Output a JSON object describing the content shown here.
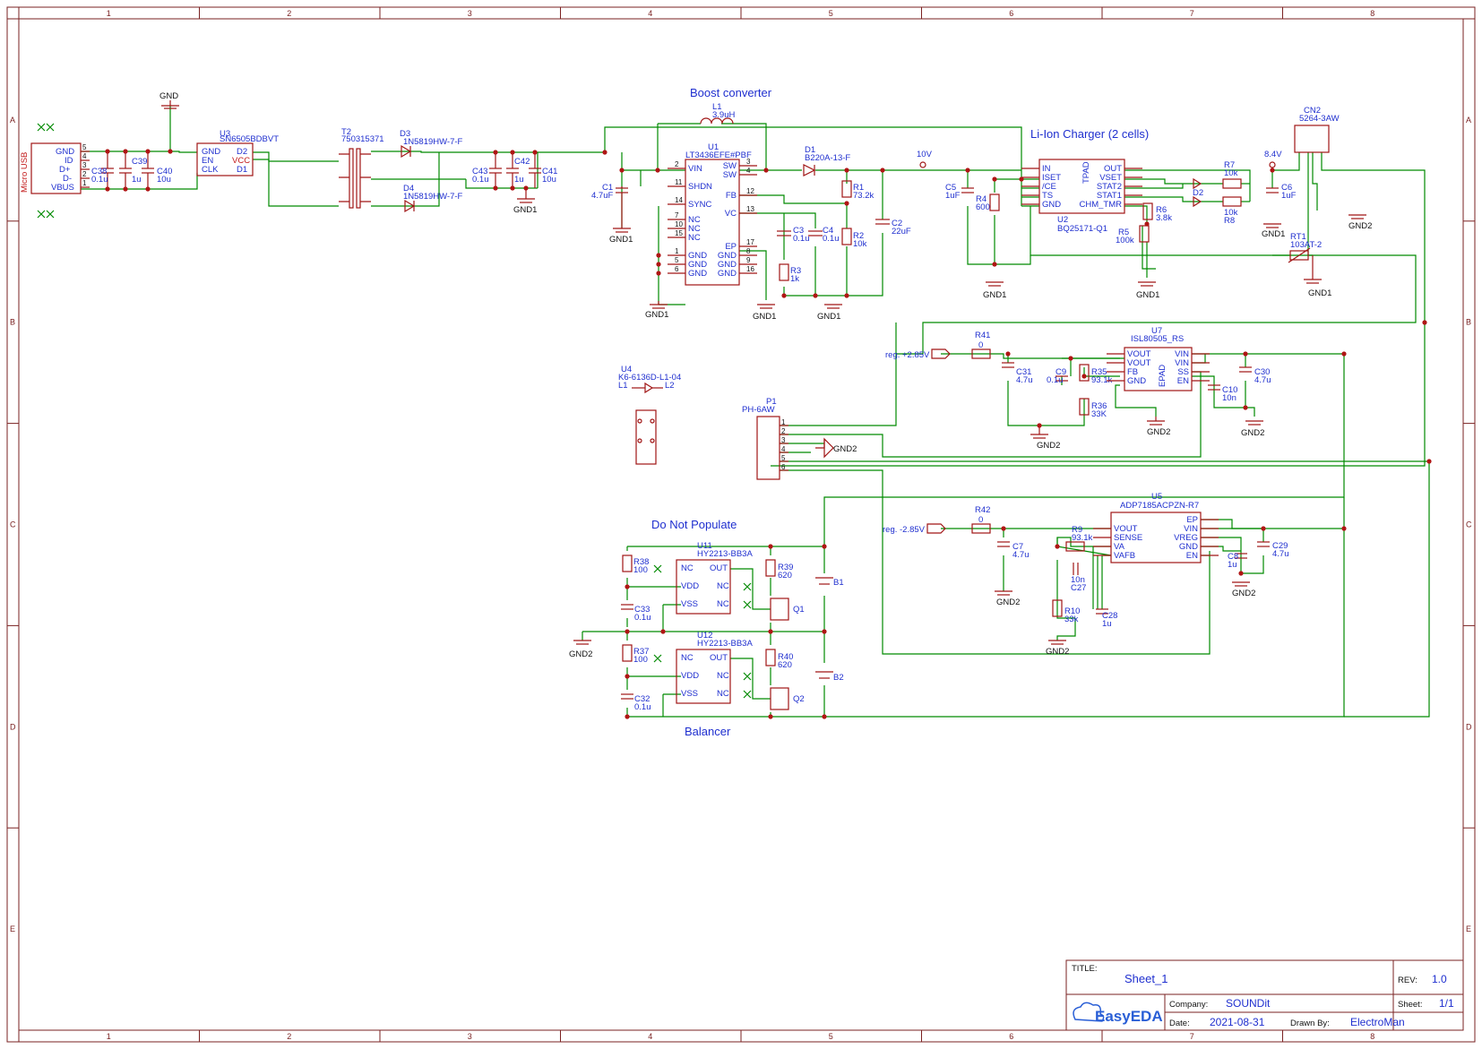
{
  "sheet": {
    "grid_cols": [
      "1",
      "2",
      "3",
      "4",
      "5",
      "6",
      "7",
      "8"
    ],
    "grid_rows": [
      "A",
      "B",
      "C",
      "D",
      "E"
    ]
  },
  "titles": {
    "boost": "Boost converter",
    "charger": "Li-Ion Charger (2 cells)",
    "dnp": "Do Not Populate",
    "balancer": "Balancer"
  },
  "components": {
    "usb": {
      "ref": "Micro USB",
      "pins": [
        "GND",
        "ID",
        "D+",
        "D-",
        "VBUS"
      ],
      "nums": [
        "5",
        "4",
        "3",
        "2",
        "1"
      ]
    },
    "u3": {
      "ref": "U3",
      "part": "SN6505BDBVT",
      "pins_l": [
        "GND",
        "EN",
        "CLK"
      ],
      "pins_r": [
        "D2",
        "VCC",
        "D1"
      ]
    },
    "t2": {
      "ref": "T2",
      "part": "750315371"
    },
    "d3": {
      "ref": "D3",
      "part": "1N5819HW-7-F"
    },
    "d4": {
      "ref": "D4",
      "part": "1N5819HW-7-F"
    },
    "u1": {
      "ref": "U1",
      "part": "LT3436EFE#PBF",
      "pins_l": [
        "VIN",
        "SHDN",
        "SYNC",
        "NC",
        "NC",
        "NC",
        "GND",
        "GND",
        "GND"
      ],
      "nums_l": [
        "2",
        "11",
        "14",
        "7",
        "10",
        "15",
        "1",
        "5",
        "6"
      ],
      "pins_r": [
        "SW",
        "SW",
        "FB",
        "VC",
        "EP",
        "GND",
        "GND",
        "GND"
      ],
      "nums_r": [
        "3",
        "4",
        "12",
        "13",
        "17",
        "8",
        "9",
        "16"
      ]
    },
    "l1": {
      "ref": "L1",
      "val": "3.9uH"
    },
    "d1": {
      "ref": "D1",
      "part": "B220A-13-F"
    },
    "u2": {
      "ref": "U2",
      "part": "BQ25171-Q1",
      "pins_l": [
        "IN",
        "ISET",
        "/CE",
        "TS",
        "GND"
      ],
      "pins_r": [
        "OUT",
        "VSET",
        "STAT2",
        "STAT1",
        "CHM_TMR"
      ],
      "pad": "TPAD"
    },
    "cn2": {
      "ref": "CN2",
      "part": "5264-3AW"
    },
    "rt1": {
      "ref": "RT1",
      "part": "103AT-2"
    },
    "u7": {
      "ref": "U7",
      "part": "ISL80505_RS",
      "pins_l": [
        "VOUT",
        "VOUT",
        "FB",
        "GND"
      ],
      "pins_r": [
        "VIN",
        "VIN",
        "SS",
        "EN"
      ],
      "pad": "EPAD"
    },
    "u5": {
      "ref": "U5",
      "part": "ADP7185ACPZN-R7",
      "pins_l": [
        "VOUT",
        "SENSE",
        "VA",
        "VAFB"
      ],
      "pins_r": [
        "EP",
        "VIN",
        "VREG",
        "GND",
        "EN"
      ]
    },
    "u4": {
      "ref": "U4",
      "part": "K6-6136D-L1-04",
      "l1": "L1",
      "l2": "L2"
    },
    "p1": {
      "ref": "P1",
      "part": "PH-6AW"
    },
    "u11": {
      "ref": "U11",
      "part": "HY2213-BB3A",
      "pins_l": [
        "NC",
        "VDD",
        "VSS"
      ],
      "pins_r": [
        "OUT",
        "NC",
        "NC"
      ]
    },
    "u12": {
      "ref": "U12",
      "part": "HY2213-BB3A",
      "pins_l": [
        "NC",
        "VDD",
        "VSS"
      ],
      "pins_r": [
        "OUT",
        "NC",
        "NC"
      ]
    },
    "b1": "B1",
    "b2": "B2",
    "q1": "Q1",
    "q2": "Q2"
  },
  "passives": {
    "c38": "C38",
    "c38v": "0.1u",
    "c39": "C39",
    "c39v": "1u",
    "c40": "C40",
    "c40v": "10u",
    "c43": "C43",
    "c43v": "0.1u",
    "c42": "C42",
    "c42v": "1u",
    "c41": "C41",
    "c41v": "10u",
    "c1": "C1",
    "c1v": "4.7uF",
    "r1": "R1",
    "r1v": "73.2k",
    "r2": "R2",
    "r2v": "10k",
    "c3": "C3",
    "c3v": "0.1u",
    "c4": "C4",
    "c4v": "0.1u",
    "r3": "R3",
    "r3v": "1k",
    "c2": "C2",
    "c2v": "22uF",
    "c5": "C5",
    "c5v": "1uF",
    "r4": "R4",
    "r4v": "600",
    "r5": "R5",
    "r5v": "100k",
    "r6": "R6",
    "r6v": "3.8k",
    "r7": "R7",
    "r7v": "10k",
    "r8": "R8",
    "r8v": "10k",
    "d2": "D2",
    "c6": "C6",
    "c6v": "1uF",
    "r41": "R41",
    "r41v": "0",
    "c31": "C31",
    "c31v": "4.7u",
    "c9": "C9",
    "c9v": "0.1u",
    "r35": "R35",
    "r35v": "93.1k",
    "r36": "R36",
    "r36v": "33K",
    "c10": "C10",
    "c10v": "10n",
    "c30": "C30",
    "c30v": "4.7u",
    "r42": "R42",
    "r42v": "0",
    "c7": "C7",
    "c7v": "4.7u",
    "r9": "R9",
    "r9v": "93.1k",
    "c27": "C27",
    "c27v": "10n",
    "r10": "R10",
    "r10v": "33k",
    "c28": "C28",
    "c28v": "1u",
    "c8": "C8",
    "c8v": "1u",
    "c29": "C29",
    "c29v": "4.7u",
    "r38": "R38",
    "r38v": "100",
    "c33": "C33",
    "c33v": "0.1u",
    "r39": "R39",
    "r39v": "620",
    "r37": "R37",
    "r37v": "100",
    "c32": "C32",
    "c32v": "0.1u",
    "r40": "R40",
    "r40v": "620"
  },
  "nets": {
    "gnd": "GND",
    "gnd1": "GND1",
    "gnd2": "GND2",
    "v10": "10V",
    "v84": "8.4V",
    "reg_pos": "reg. +2.85V",
    "reg_neg": "reg. -2.85V"
  },
  "title_block": {
    "title_label": "TITLE:",
    "title": "Sheet_1",
    "rev_label": "REV:",
    "rev": "1.0",
    "company_label": "Company:",
    "company": "SOUNDit",
    "sheet_label": "Sheet:",
    "sheet": "1/1",
    "date_label": "Date:",
    "date": "2021-08-31",
    "drawn_label": "Drawn By:",
    "drawn": "ElectroMan",
    "logo": "EasyEDA"
  },
  "colors": {
    "wire": "#008a00",
    "component": "#a01515",
    "text": "#1f2fcf",
    "frame": "#7a2222"
  }
}
